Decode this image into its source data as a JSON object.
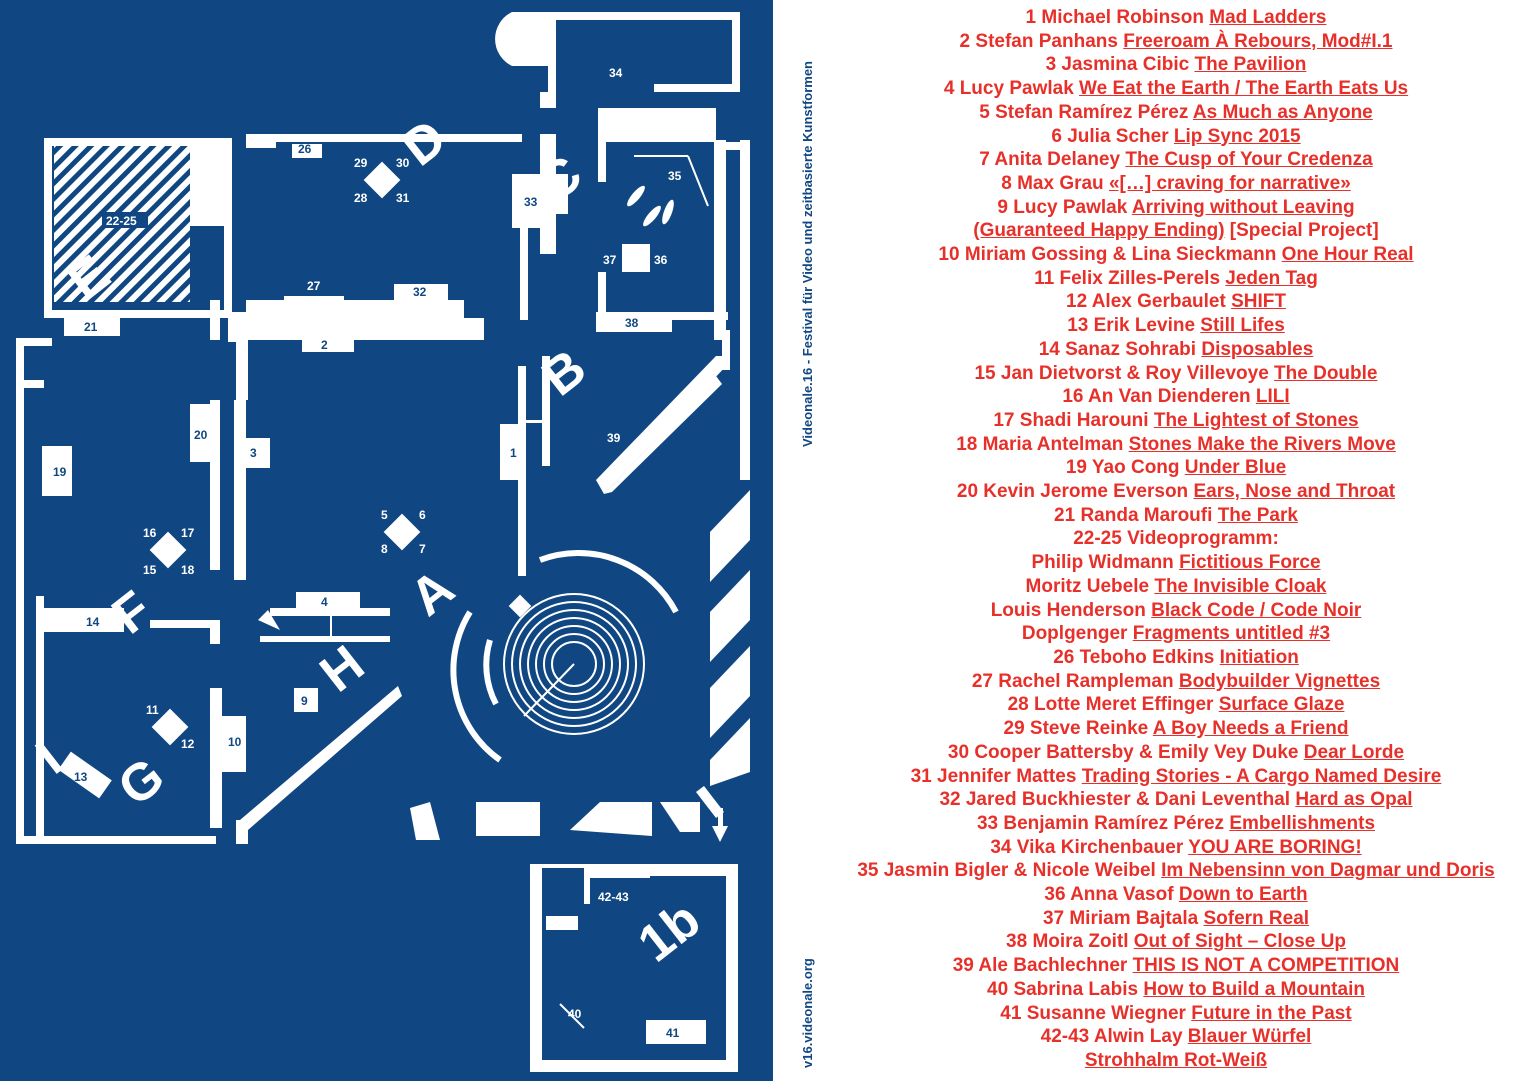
{
  "vertical_title": "Videonale.16 - Festival für Video und zeitbasierte Kunstformen",
  "vertical_url": "v16.videonale.org",
  "colors": {
    "map_background": "#104782",
    "list_text": "#e8302a",
    "vertical_text": "#104782"
  },
  "zones": [
    "A",
    "B",
    "C",
    "D",
    "E",
    "F",
    "G",
    "H",
    "I",
    "1b"
  ],
  "map_labels": [
    "1",
    "2",
    "3",
    "4",
    "5",
    "6",
    "7",
    "8",
    "9",
    "10",
    "11",
    "12",
    "13",
    "14",
    "15",
    "16",
    "17",
    "18",
    "19",
    "20",
    "21",
    "22-25",
    "26",
    "27",
    "28",
    "29",
    "30",
    "31",
    "32",
    "33",
    "34",
    "35",
    "36",
    "37",
    "38",
    "39",
    "40",
    "41",
    "42-43"
  ],
  "entries": [
    {
      "prefix": "1 Michael Robinson ",
      "title": "Mad Ladders",
      "suffix": ""
    },
    {
      "prefix": "2 Stefan Panhans ",
      "title": "Freeroam À Rebours, Mod#I.1",
      "suffix": ""
    },
    {
      "prefix": "3 Jasmina Cibic ",
      "title": "The Pavilion",
      "suffix": ""
    },
    {
      "prefix": "4 Lucy Pawlak ",
      "title": "We Eat the Earth / The Earth Eats Us",
      "suffix": ""
    },
    {
      "prefix": "5 Stefan Ramírez Pérez ",
      "title": "As Much as Anyone",
      "suffix": ""
    },
    {
      "prefix": "6 Julia Scher ",
      "title": "Lip Sync 2015",
      "suffix": ""
    },
    {
      "prefix": "7 Anita Delaney ",
      "title": "The Cusp of Your Credenza",
      "suffix": ""
    },
    {
      "prefix": "8 Max Grau ",
      "title": "«[…] craving for narrative»",
      "suffix": ""
    },
    {
      "prefix": "9 Lucy Pawlak ",
      "title": "Arriving without Leaving ",
      "suffix": ""
    },
    {
      "prefix": "",
      "title": "(Guaranteed Happy Ending)",
      "suffix": " [Special Project]"
    },
    {
      "prefix": "10 Miriam Gossing & Lina Sieckmann ",
      "title": "One Hour Real",
      "suffix": ""
    },
    {
      "prefix": "11 Felix Zilles-Perels ",
      "title": "Jeden Tag",
      "suffix": ""
    },
    {
      "prefix": "12 Alex Gerbaulet ",
      "title": "SHIFT",
      "suffix": ""
    },
    {
      "prefix": "13 Erik Levine ",
      "title": "Still Lifes",
      "suffix": ""
    },
    {
      "prefix": "14 Sanaz Sohrabi ",
      "title": "Disposables",
      "suffix": ""
    },
    {
      "prefix": "15 Jan Dietvorst & Roy Villevoye ",
      "title": "The Double",
      "suffix": ""
    },
    {
      "prefix": "16 An Van Dienderen ",
      "title": "LILI",
      "suffix": ""
    },
    {
      "prefix": "17 Shadi Harouni ",
      "title": "The Lightest of Stones",
      "suffix": ""
    },
    {
      "prefix": "18 Maria Antelman ",
      "title": "Stones Make the Rivers Move",
      "suffix": ""
    },
    {
      "prefix": "19 Yao Cong ",
      "title": "Under Blue",
      "suffix": ""
    },
    {
      "prefix": "20 Kevin Jerome Everson ",
      "title": "Ears, Nose and Throat",
      "suffix": ""
    },
    {
      "prefix": "21 Randa Maroufi ",
      "title": "The Park",
      "suffix": ""
    },
    {
      "prefix": "22-25 Videoprogramm:",
      "title": "",
      "suffix": ""
    },
    {
      "prefix": "Philip Widmann ",
      "title": "Fictitious Force",
      "suffix": ""
    },
    {
      "prefix": "Moritz Uebele ",
      "title": "The Invisible Cloak",
      "suffix": ""
    },
    {
      "prefix": "Louis Henderson ",
      "title": "Black Code / Code Noir",
      "suffix": ""
    },
    {
      "prefix": "Doplgenger ",
      "title": "Fragments untitled #3",
      "suffix": ""
    },
    {
      "prefix": "26 Teboho Edkins ",
      "title": "Initiation",
      "suffix": ""
    },
    {
      "prefix": "27 Rachel Rampleman ",
      "title": "Bodybuilder Vignettes",
      "suffix": ""
    },
    {
      "prefix": "28 Lotte Meret Effinger ",
      "title": "Surface Glaze",
      "suffix": ""
    },
    {
      "prefix": "29 Steve Reinke ",
      "title": "A Boy Needs a Friend",
      "suffix": ""
    },
    {
      "prefix": "30 Cooper Battersby & Emily Vey Duke ",
      "title": "Dear Lorde",
      "suffix": ""
    },
    {
      "prefix": "31 Jennifer Mattes ",
      "title": "Trading Stories - A Cargo Named Desire",
      "suffix": ""
    },
    {
      "prefix": "32 Jared Buckhiester & Dani Leventhal ",
      "title": "Hard as Opal",
      "suffix": ""
    },
    {
      "prefix": "33 Benjamin Ramírez Pérez ",
      "title": "Embellishments",
      "suffix": ""
    },
    {
      "prefix": "34 Vika Kirchenbauer ",
      "title": "YOU ARE BORING!",
      "suffix": ""
    },
    {
      "prefix": "35 Jasmin Bigler & Nicole Weibel ",
      "title": "Im Nebensinn von Dagmar und Doris",
      "suffix": ""
    },
    {
      "prefix": "36 Anna Vasof ",
      "title": "Down to Earth",
      "suffix": ""
    },
    {
      "prefix": "37 Miriam Bajtala ",
      "title": "Sofern Real",
      "suffix": ""
    },
    {
      "prefix": "38 Moira Zoitl ",
      "title": "Out of Sight – Close Up",
      "suffix": ""
    },
    {
      "prefix": "39 Ale Bachlechner ",
      "title": "THIS IS NOT A COMPETITION",
      "suffix": ""
    },
    {
      "prefix": "40 Sabrina Labis ",
      "title": "How to Build a Mountain",
      "suffix": ""
    },
    {
      "prefix": "41 Susanne Wiegner ",
      "title": "Future in the Past",
      "suffix": ""
    },
    {
      "prefix": "42-43 Alwin Lay ",
      "title": "Blauer Würfel",
      "suffix": ""
    },
    {
      "prefix": "",
      "title": "Strohhalm Rot-Weiß",
      "suffix": ""
    }
  ]
}
